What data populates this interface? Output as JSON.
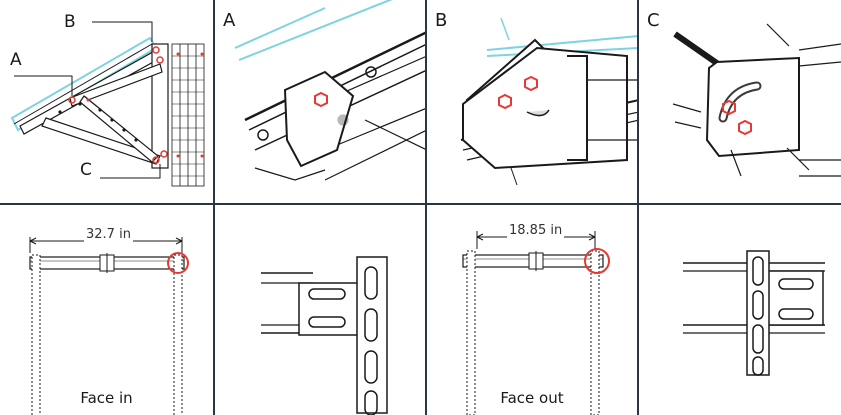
{
  "panels": {
    "overview": {
      "label_a": "A",
      "label_b": "B",
      "label_c": "C"
    },
    "detail_a": {
      "letter": "A"
    },
    "detail_b": {
      "letter": "B"
    },
    "detail_c": {
      "letter": "C"
    },
    "face_in": {
      "dimension": "32.7 in",
      "caption": "Face in"
    },
    "face_out": {
      "dimension": "18.85 in",
      "caption": "Face out"
    }
  },
  "colors": {
    "background": "#2c3640",
    "panel": "#ffffff",
    "line": "#1a1a1a",
    "highlight": "#e53935",
    "solar": "#7fd3e0"
  }
}
